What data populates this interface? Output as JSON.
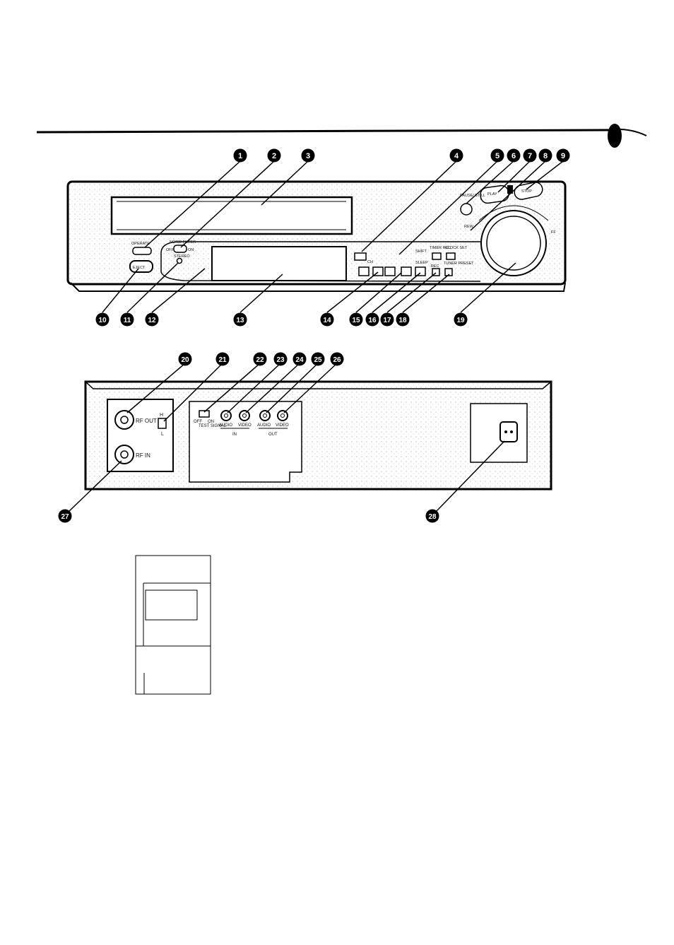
{
  "front_panel": {
    "operate": "OPERATE",
    "eject": "EJECT",
    "noise_filter": "NOISE FILTER",
    "nf_off": "OFF",
    "nf_on": "ON",
    "remote_sensor": "STEREO",
    "pause_still": "PAUSE/\nSTILL",
    "play": "PLAY",
    "stop": "STOP",
    "rew": "REW",
    "ff": "FF",
    "timer_rec": "TIMER\nREC",
    "clock_set": "CLOCK\nSET",
    "tuner_preset": "TUNER\nPRESET",
    "shift": "SHIFT",
    "sleep": "SLEEP",
    "irec": "·REC",
    "ch": "CH"
  },
  "rear_panel": {
    "rf_out": "RF OUT",
    "rf_in": "RF IN",
    "h": "H",
    "l": "L",
    "test_signal": "TEST\nSIGNAL",
    "off": "OFF",
    "on": "ON",
    "audio_in": "AUDIO",
    "video_in": "VIDEO",
    "in": "IN",
    "audio_out": "AUDIO",
    "video_out": "VIDEO",
    "out": "OUT"
  },
  "callouts_front_top": [
    "1",
    "2",
    "3",
    "4",
    "5",
    "6",
    "7",
    "8",
    "9"
  ],
  "callouts_front_bottom": [
    "10",
    "11",
    "12",
    "13",
    "14",
    "15",
    "16",
    "17",
    "18",
    "19"
  ],
  "callouts_rear_top": [
    "20",
    "21",
    "22",
    "23",
    "24",
    "25",
    "26"
  ],
  "callouts_rear_bottom": [
    "27",
    "28"
  ]
}
